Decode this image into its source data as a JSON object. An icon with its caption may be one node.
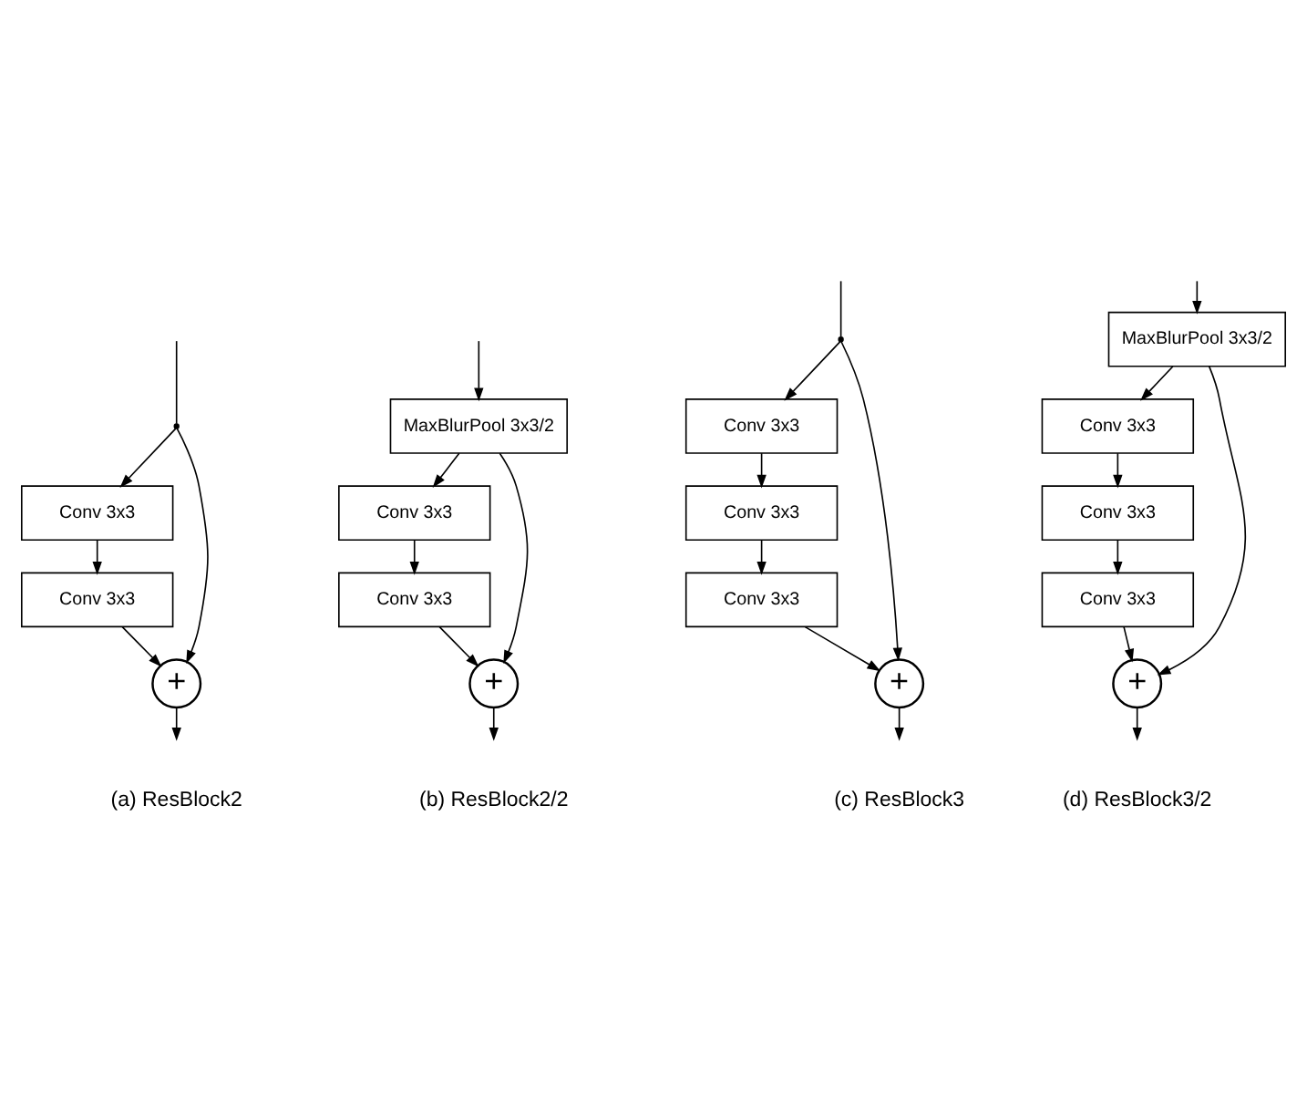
{
  "diagram": {
    "nodes": [
      {
        "text": [],
        "shape": "point"
      },
      {
        "text": [
          "Conv 3x3"
        ]
      },
      {
        "text": [
          "Conv 3x3"
        ]
      },
      {
        "text": [
          "+"
        ]
      },
      {
        "text": [
          "MaxBlurPool 3x3/2"
        ]
      },
      {
        "text": [
          "Conv 3x3"
        ]
      },
      {
        "text": [
          "Conv 3x3"
        ]
      },
      {
        "text": [
          "+"
        ]
      },
      {
        "text": [],
        "shape": "point"
      },
      {
        "text": [
          "Conv 3x3"
        ]
      },
      {
        "text": [
          "Conv 3x3"
        ]
      },
      {
        "text": [
          "Conv 3x3"
        ]
      },
      {
        "text": [
          "+"
        ]
      },
      {
        "text": [
          "MaxBlurPool 3x3/2"
        ]
      },
      {
        "text": [
          "Conv 3x3"
        ]
      },
      {
        "text": [
          "Conv 3x3"
        ]
      },
      {
        "text": [
          "Conv 3x3"
        ]
      },
      {
        "text": [
          "+"
        ]
      }
    ],
    "edges": [
      {
        "from": null,
        "to": 0,
        "arrow": "none"
      },
      {
        "from": 0,
        "to": 1,
        "arrow": "to"
      },
      {
        "from": 0,
        "to": 3,
        "arrow": "to"
      },
      {
        "from": 1,
        "to": 2,
        "arrow": "to"
      },
      {
        "from": 2,
        "to": 3,
        "arrow": "to"
      },
      {
        "from": 3,
        "to": null,
        "arrow": "to"
      },
      {
        "from": null,
        "to": 4,
        "arrow": "to"
      },
      {
        "from": 4,
        "to": 5,
        "arrow": "to"
      },
      {
        "from": 4,
        "to": 7,
        "arrow": "to"
      },
      {
        "from": 5,
        "to": 6,
        "arrow": "to"
      },
      {
        "from": 6,
        "to": 7,
        "arrow": "to"
      },
      {
        "from": 7,
        "to": null,
        "arrow": "to"
      },
      {
        "from": null,
        "to": 8,
        "arrow": "none"
      },
      {
        "from": 8,
        "to": 9,
        "arrow": "to"
      },
      {
        "from": 8,
        "to": 12,
        "arrow": "to"
      },
      {
        "from": 9,
        "to": 10,
        "arrow": "to"
      },
      {
        "from": 10,
        "to": 11,
        "arrow": "to"
      },
      {
        "from": 11,
        "to": 12,
        "arrow": "to"
      },
      {
        "from": 12,
        "to": null,
        "arrow": "to"
      },
      {
        "from": null,
        "to": 13,
        "arrow": "to"
      },
      {
        "from": 13,
        "to": 14,
        "arrow": "to"
      },
      {
        "from": 13,
        "to": 17,
        "arrow": "to"
      },
      {
        "from": 14,
        "to": 15,
        "arrow": "to"
      },
      {
        "from": 15,
        "to": 16,
        "arrow": "to"
      },
      {
        "from": 16,
        "to": 17,
        "arrow": "to"
      },
      {
        "from": 17,
        "to": null,
        "arrow": "to"
      }
    ],
    "labels": [
      "(a) ResBlock2",
      "(b) ResBlock2/2",
      "(c) ResBlock3",
      "(d) ResBlock3/2"
    ]
  }
}
